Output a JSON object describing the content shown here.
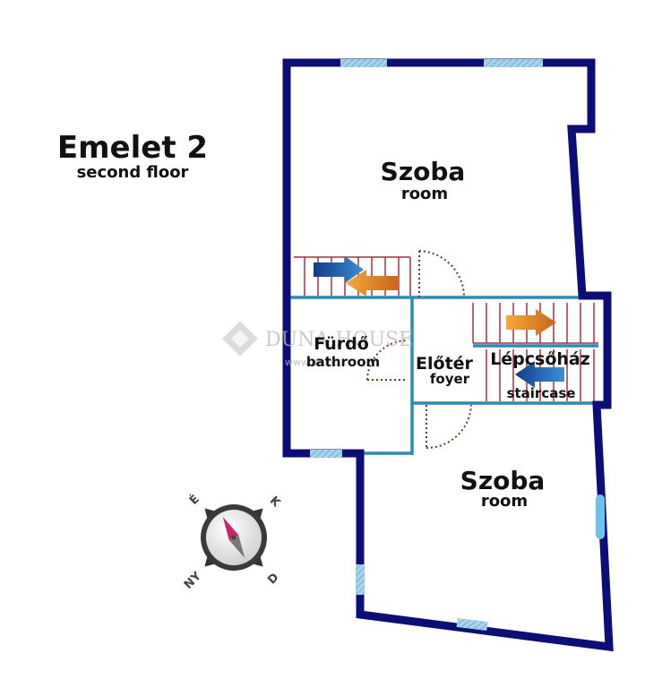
{
  "header": {
    "title": "Emelet 2",
    "subtitle": "second floor"
  },
  "rooms": [
    {
      "id": "room-top",
      "name": "Szoba",
      "name_en": "room"
    },
    {
      "id": "bathroom",
      "name": "Fürdő",
      "name_en": "bathroom"
    },
    {
      "id": "foyer",
      "name": "Előtér",
      "name_en": "foyer"
    },
    {
      "id": "staircase",
      "name": "Lépcsőház",
      "name_en": "staircase"
    },
    {
      "id": "room-bottom",
      "name": "Szoba",
      "name_en": "room"
    }
  ],
  "watermark": {
    "brand": "DUNA HOUSE",
    "url": "www.dh.hu"
  },
  "compass": {
    "north": "É",
    "east": "K",
    "south": "D",
    "west": "NY"
  },
  "colors": {
    "outer_wall": "#0d0d7a",
    "inner_wall": "#2a8ab8",
    "window": "#8fc7e6",
    "stair_lines": "#a8323c",
    "arrow_blue": "#1a4fa0",
    "arrow_orange": "#e58a1f",
    "door_arc": "#6b3a1e"
  }
}
